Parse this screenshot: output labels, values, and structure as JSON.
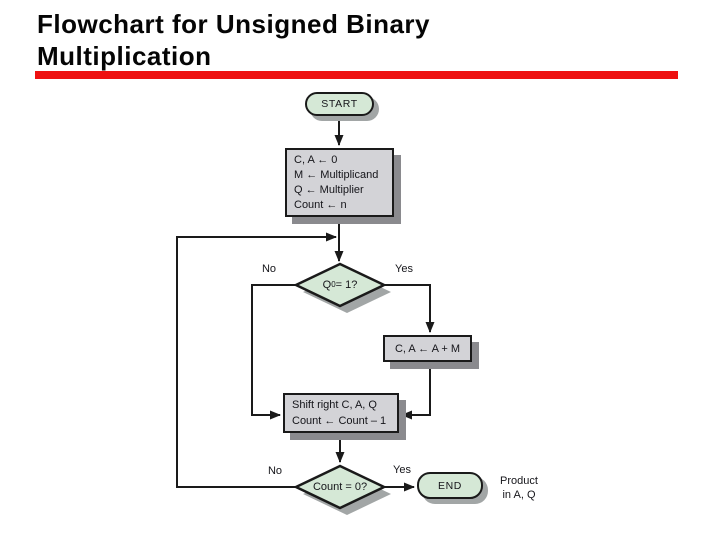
{
  "slide": {
    "title_line1": "Flowchart for Unsigned Binary",
    "title_line2": "Multiplication"
  },
  "flowchart": {
    "start_label": "START",
    "init_lines": [
      "C, A ← 0",
      "M ← Multiplicand",
      "Q ← Multiplier",
      "Count ← n"
    ],
    "q0_decision": {
      "var": "Q",
      "sub": "0",
      "cond": " = 1?",
      "no": "No",
      "yes": "Yes"
    },
    "add_box": "C, A ← A + M",
    "shift_lines": [
      "Shift right C, A, Q",
      "Count ← Count – 1"
    ],
    "count_decision": {
      "text": "Count = 0?",
      "no": "No",
      "yes": "Yes"
    },
    "end_label": "END",
    "end_note_line1": "Product",
    "end_note_line2": "in A, Q",
    "colors": {
      "accent_rule": "#ee1111",
      "terminal_fill": "#d5e8d6",
      "process_fill": "#d3d3d7",
      "decision_fill": "#d5e8d6",
      "shadow": "#a2a6a6",
      "process_shadow": "#8a8a8e",
      "line": "#1a1a1a"
    }
  }
}
